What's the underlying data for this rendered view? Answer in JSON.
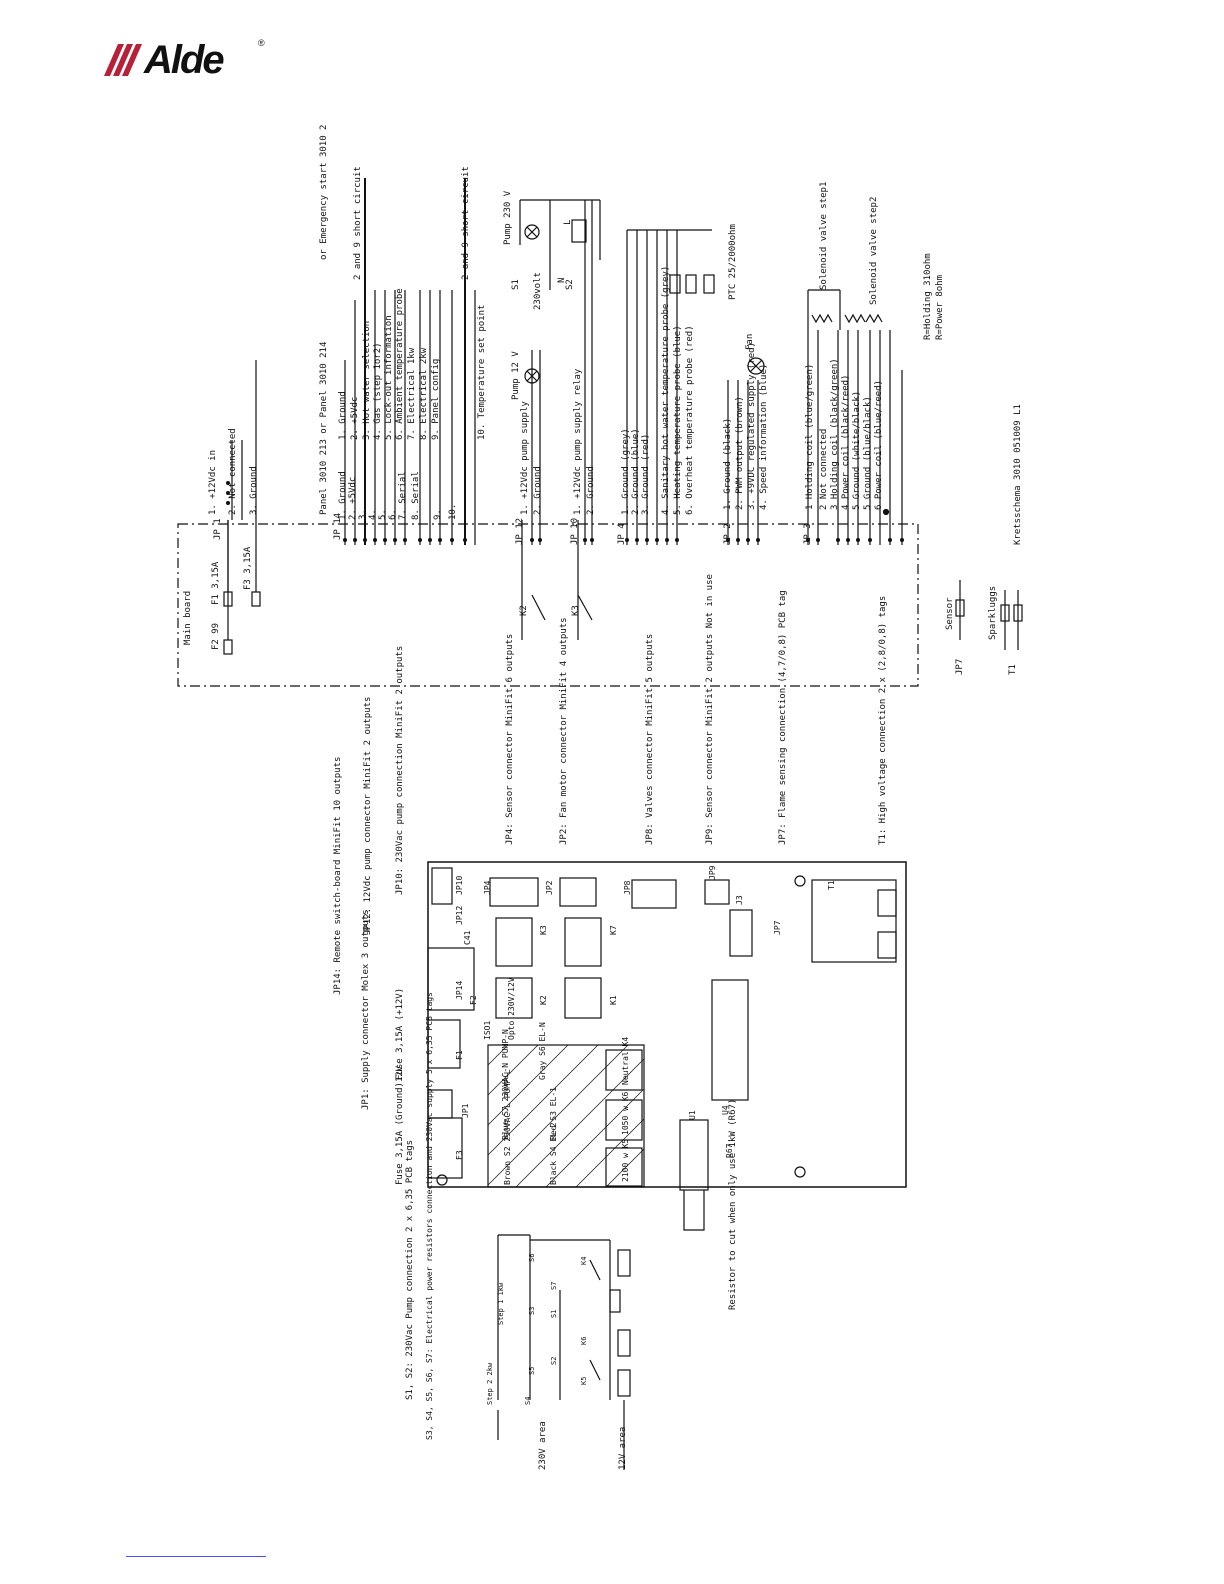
{
  "logo": {
    "brand": "Alde",
    "registered": "®"
  },
  "top": {
    "main_board": "Main board",
    "f2": "F2 99",
    "f1": "F1 3,15A",
    "f3": "F3 3,15A",
    "jp1": "JP 1",
    "jp1_pins": [
      "1. +12Vdc in",
      "2. Not connected",
      "3. Ground"
    ],
    "panel": "Panel 3010 213 or Panel 3010 214",
    "emergency": "or Emergency start 3010 2",
    "jp14": "JP 14",
    "jp14_left": [
      "1. Ground",
      "2. +5Vdc",
      "3.",
      "4.",
      "5.",
      "6.",
      "7. Serial",
      "8. Serial",
      "9.",
      "10."
    ],
    "jp14_right": [
      "1. Ground",
      "2. +5Vdc",
      "3. Hot water selection",
      "4. Gas (step 1or2)",
      "5. Lock-out information",
      "6. Ambient temperature probe",
      "7. Electrical 1kw",
      "8. Electrical 2kw",
      "9. Panel config",
      "10. Temperature set point"
    ],
    "short_circuit_1": "2 and 9 short circuit",
    "short_circuit_2": "2 and 9 short circuit",
    "jp12": "JP 12",
    "jp12_pins": [
      "1. +12Vdc pump supply",
      "2. Ground"
    ],
    "pump12": "Pump 12 V",
    "jp10": "JP 10",
    "jp10_pins": [
      "1. +12Vdc pump supply relay",
      "2. Ground"
    ],
    "pump230": "Pump 230 V",
    "s1": "S1",
    "s2": "S2",
    "v230": "230volt",
    "n": "N",
    "l": "L",
    "k2": "K2",
    "k3": "K3",
    "jp4": "JP 4",
    "jp4_pins": [
      "1. Ground (grey)",
      "2. Ground (blue)",
      "3. Ground (red)",
      "4. Sanitary hot water temperature probe (grey)",
      "5. Heating temperature probe (blue)",
      "6. Overheat temperature probe (red)"
    ],
    "ptc": "PTC 25/2000ohm",
    "jp2": "JP 2",
    "jp2_pins": [
      "1. Ground (black)",
      "2. PWM output (brown)",
      "3. +9VDC regulated supply (red)",
      "4. Speed information (blue)"
    ],
    "fan": "Fan",
    "jp3": "JP 3",
    "jp3_pins": [
      "1 Holding coil (blue/green)",
      "2 Not connected",
      "3 Holding coil (black/green)",
      "4 Power coil (black/reed)",
      "5 Ground (white/black)",
      "5 Ground (blue/black)",
      "6 Power coil (blue/reed)"
    ],
    "valve1": "Solenoid valve step1",
    "valve2": "Solenoid valve step2",
    "holding": "R=Holding 310ohm",
    "power": "R=Power 8ohm",
    "kretsschema": "Kretsschema 3010 051009 L1",
    "jp7": "JP7",
    "sensor": "Sensor",
    "t1": "T1",
    "sparkluggs": "Sparkluggs"
  },
  "annotations": [
    "JP14: Remote switch-board MiniFit 10 outputs",
    "JP12: 12Vdc pump connector MiniFit 2 outputs",
    "JP10: 230Vac pump connection MiniFit 2 outputs",
    "JP4: Sensor connector MiniFit 6 outputs",
    "JP2: Fan motor connector MiniFit 4 outputs",
    "JP8: Valves connector MiniFit 5 outputs",
    "JP9: Sensor connector MiniFit 2 outputs Not in use",
    "JP7: Flame sensing connection (4,7/0,8) PCB tag",
    "T1: High voltage connection 2 x (2,8/0,8) tags",
    "JP1: Supply connector Molex 3 outputs",
    "Fuse 3,15A (+12V)",
    "Fuse 3,15A (Ground)12V",
    "S1, S2: 230Vac Pump connection 2 x 6,35 PCB tags",
    "S3, S4, S5, S6, S7: Electrical power resistors connection and 230Vac supply 5 x 6,35 PCB tags",
    "Resistor to cut when only use 1kW (R67)"
  ],
  "pcb": {
    "labels": [
      "JP14",
      "JP12",
      "JP10",
      "JP4",
      "JP2",
      "JP8",
      "JP9",
      "J3",
      "T1",
      "JP7",
      "C41",
      "F2",
      "K3",
      "K2",
      "K7",
      "K1",
      "F1",
      "F3",
      "JP1",
      "ISO1",
      "Opto 230V/12V",
      "Gray S6 EL-N",
      "Neutral K4",
      "Blue S7 230VAC-N PUMP-N",
      "Red S3 EL-1",
      "1050 w K6",
      "Brown S2 230VAC-L PUMP-L",
      "Black S4 EL-2",
      "2100 w K5",
      "U1",
      "U4",
      "R67"
    ]
  },
  "bottom": {
    "area230": "230V area",
    "area12": "12V area",
    "labels": [
      "Step 2 2kw",
      "Step 1 1kw",
      "S6",
      "S3",
      "S5",
      "S7",
      "S1",
      "S2",
      "S4",
      "K4",
      "K6",
      "K5"
    ]
  }
}
